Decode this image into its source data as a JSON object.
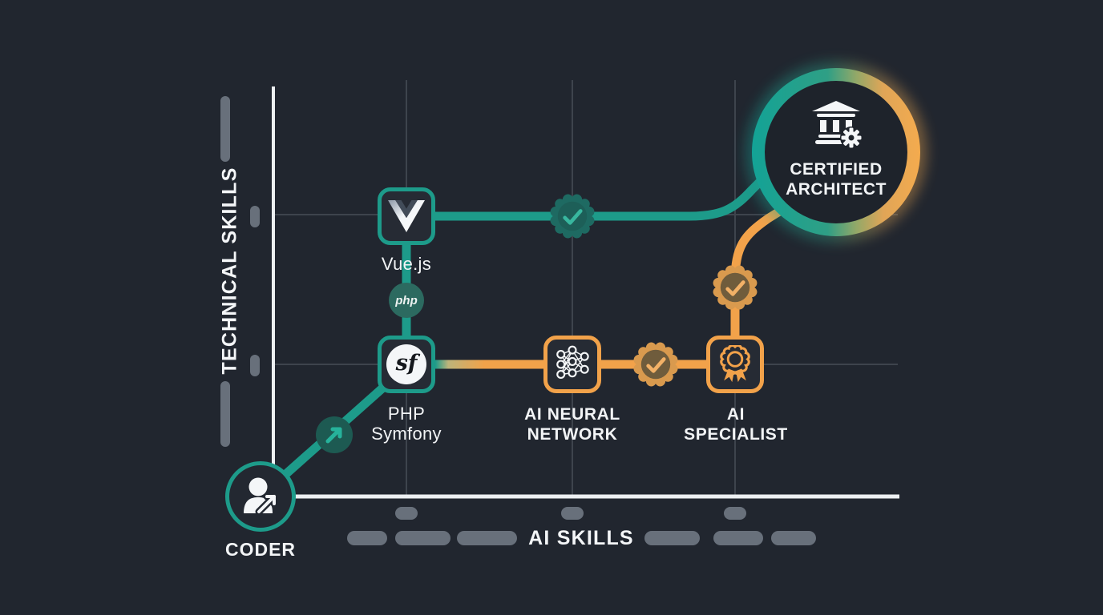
{
  "axes": {
    "y_label": "TECHNICAL SKILLS",
    "x_label": "AI SKILLS"
  },
  "nodes": {
    "coder": {
      "label": "CODER",
      "icon": "person-growth-arrow-icon"
    },
    "vue": {
      "label": "Vue.js",
      "icon": "vuejs-logo-icon"
    },
    "symfony": {
      "line1": "PHP",
      "line2": "Symfony",
      "icon": "symfony-logo-icon"
    },
    "neural": {
      "line1": "AI NEURAL",
      "line2": "NETWORK",
      "icon": "neural-network-icon"
    },
    "specialist": {
      "line1": "AI",
      "line2": "SPECIALIST",
      "icon": "award-ribbon-icon"
    },
    "architect": {
      "line1": "CERTIFIED",
      "line2": "ARCHITECT",
      "icon": "institution-gear-icon"
    }
  },
  "milestones": {
    "php_badge_label": "php",
    "check_teal_icon": "checkmark-seal-icon",
    "check_gold_mid_icon": "checkmark-seal-icon",
    "check_gold_upper_icon": "checkmark-seal-icon",
    "growth_arrow_icon": "arrow-up-right-icon"
  },
  "colors": {
    "background": "#21262f",
    "teal": "#1d9b8a",
    "orange": "#f2a24a",
    "axis_white": "#edf0f2",
    "gridline": "#3e444d",
    "dash_gray": "#6f7682",
    "text": "#f2f4f6",
    "badge_teal_fill": "#1e665f",
    "badge_gold_fill": "#6f5c3c"
  }
}
